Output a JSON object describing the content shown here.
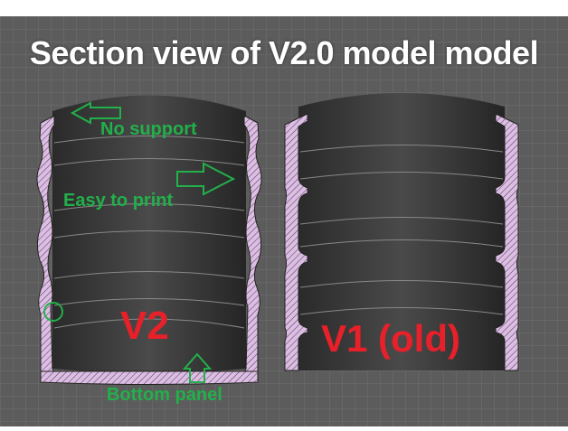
{
  "title": "Section view of V2.0 model model",
  "annotations": {
    "no_support": "No support",
    "easy_to_print": "Easy to print",
    "bottom_panel": "Bottom panel"
  },
  "labels": {
    "v2": "V2",
    "v1": "V1 (old)"
  },
  "colors": {
    "background": "#5c5c5c",
    "section": "#d9b8e0",
    "annotation": "#22b04a",
    "label": "#e8202a"
  }
}
